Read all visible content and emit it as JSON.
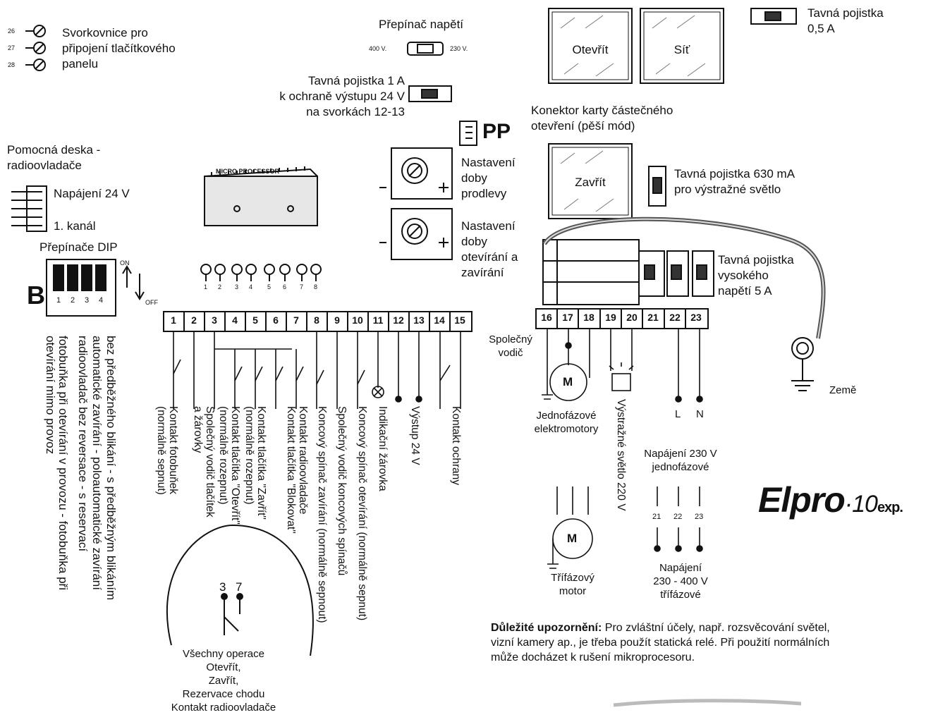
{
  "diagram": {
    "terminal_block": {
      "top_label": "Svorkovnice pro připojení tlačítkového panelu",
      "numbers": [
        "26",
        "27",
        "28"
      ]
    },
    "voltage_switch": {
      "title": "Přepínač napětí",
      "left": "400 V.",
      "right": "230 V."
    },
    "fuse_1a": {
      "label": "Tavná pojistka 1 A\nk ochraně výstupu 24 V\nna svorkách 12-13"
    },
    "fuse_05a": {
      "label": "Tavná pojistka\n0,5 A"
    },
    "led_open": "Otevřít",
    "led_net": "Síť",
    "led_close": "Zavřít",
    "partial_open_connector": "Konektor karty částečného\notevření (pěší mód)",
    "pp": "PP",
    "delay_setting": "Nastavení\ndoby\nprodlevy",
    "open_close_setting": "Nastavení\ndoby\notevírání a\nzavírání",
    "fuse_630": "Tavná pojistka 630 mA\npro výstražné světlo",
    "fuse_5a": "Tavná pojistka\nvysokého\nnapětí 5 A",
    "aux_board": "Pomocná deska -\nradioovladače",
    "power_24": "Napájení 24 V",
    "channel_1": "1. kanál",
    "microprocessor": "MICRO PROCESSOR",
    "dip_title": "Přepínače DIP",
    "dip_b": "B",
    "dip_numbers": [
      "1",
      "2",
      "3",
      "4"
    ],
    "dip_on": "ON",
    "dip_off": "OFF",
    "dip_descriptions": [
      "bez předběžného blikání - s předběžným blikáním",
      "automatické zavírání - poloautomatické zavírání",
      "radioovladač bez reversace - s reservací",
      "fotobuňka při otevírání v provozu - fotobuňka při\notevírání mimo provoz"
    ],
    "led_numbers": [
      "1",
      "2",
      "3",
      "4",
      "5",
      "6",
      "7",
      "8"
    ],
    "terminals_left": [
      "1",
      "2",
      "3",
      "4",
      "5",
      "6",
      "7",
      "8",
      "9",
      "10",
      "11",
      "12",
      "13",
      "14",
      "15"
    ],
    "terminals_right": [
      "16",
      "17",
      "18",
      "19",
      "20",
      "21",
      "22",
      "23"
    ],
    "terminal_descriptions": [
      "Kontakt fotobuňek\n(normálně sepnut)",
      "Společný vodič tlačítek\na žárovky",
      "Kontakt tlačítka \"Otevřít\"\n(normálně rozepnut)",
      "Kontakt tlačítka \"Zavřít\"\n(normálně rozepnut)",
      "Kontakt radioovladače\nKontakt tlačítka \"Blokovat\"",
      "Koncový spínač zavírání (normálně sepnout)",
      "Společný vodič koncových spínačů",
      "Koncový spínač otevírání (normálně sepnut)",
      "Indikační žárovka",
      "Výstup 24 V",
      "Kontakt ochrany"
    ],
    "common_wire": "Společný\nvodič",
    "single_phase_motors": "Jednofázové\nelektromotory",
    "motor_symbol": "M",
    "warning_light": "Výstražné světlo 220 V",
    "l": "L",
    "n": "N",
    "earth": "Země",
    "single_phase_power": "Napájení 230 V\njednofázové",
    "three_phase_terms": [
      "21",
      "22",
      "23"
    ],
    "three_phase_motor": "Třífázový\nmotor",
    "three_phase_power": "Napájení\n230 - 400 V\ntřífázové",
    "circle_terms": [
      "3",
      "7"
    ],
    "circle_text": "Všechny operace\nOtevřít,\nZavřít,\nRezervace chodu\nKontakt radioovladače",
    "brand": "Elpro",
    "brand_sub": "·10",
    "brand_exp": "exp.",
    "note_bold": "Důležité upozornění:",
    "note_rest": " Pro zvláštní účely, např. rozsvěcování světel,",
    "note_line2": "vizní kamery ap., je třeba použít statická relé. Při použití normálních",
    "note_line3": "může docházet k rušení mikroprocesoru."
  }
}
